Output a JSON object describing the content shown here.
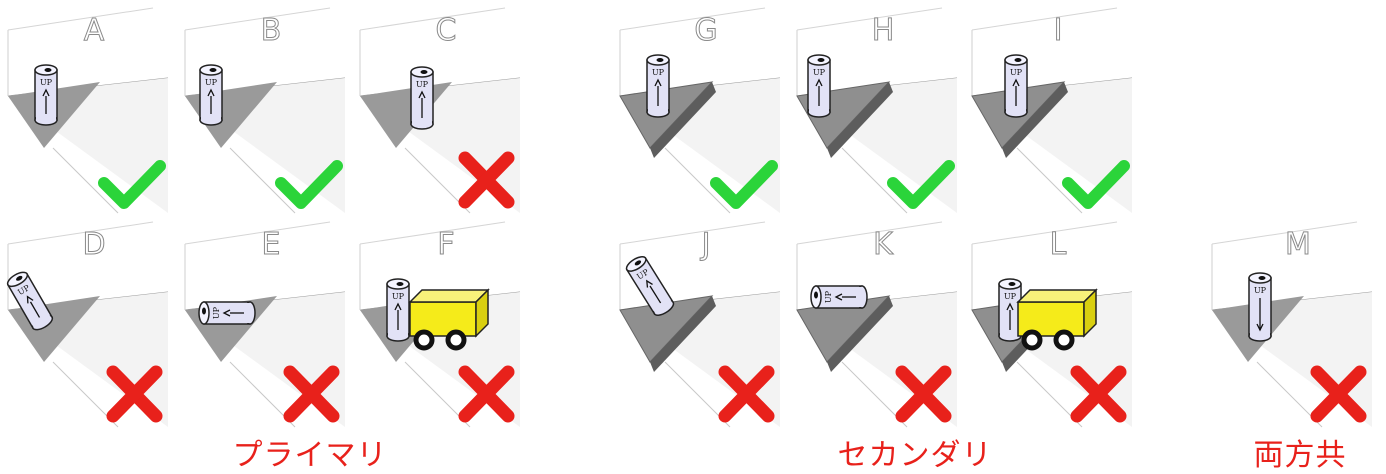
{
  "scenes": [
    {
      "letter": "A",
      "group": "primary",
      "verdict": "ok",
      "placement": "upright-on-floor",
      "label": "UP",
      "arrow": "up"
    },
    {
      "letter": "B",
      "group": "primary",
      "verdict": "ok",
      "placement": "upright-on-floor",
      "label": "UP",
      "arrow": "up"
    },
    {
      "letter": "C",
      "group": "primary",
      "verdict": "ng",
      "placement": "upright-inside",
      "label": "UP",
      "arrow": "up"
    },
    {
      "letter": "D",
      "group": "primary",
      "verdict": "ng",
      "placement": "tilted-on-edge",
      "label": "UP",
      "arrow": "up"
    },
    {
      "letter": "E",
      "group": "primary",
      "verdict": "ng",
      "placement": "lying-sideways",
      "label": "UP",
      "arrow": "left"
    },
    {
      "letter": "F",
      "group": "primary",
      "verdict": "ng",
      "placement": "blocked-by-cart",
      "label": "UP",
      "arrow": "up"
    },
    {
      "letter": "G",
      "group": "secondary",
      "verdict": "ok",
      "placement": "upright-on-ledge",
      "label": "UP",
      "arrow": "up"
    },
    {
      "letter": "H",
      "group": "secondary",
      "verdict": "ok",
      "placement": "upright-on-ledge",
      "label": "UP",
      "arrow": "up"
    },
    {
      "letter": "I",
      "group": "secondary",
      "verdict": "ok",
      "placement": "upright-on-ledge",
      "label": "UP",
      "arrow": "up"
    },
    {
      "letter": "J",
      "group": "secondary",
      "verdict": "ng",
      "placement": "tilted-on-ledge",
      "label": "UP",
      "arrow": "up"
    },
    {
      "letter": "K",
      "group": "secondary",
      "verdict": "ng",
      "placement": "lying-on-ledge",
      "label": "UP",
      "arrow": "left"
    },
    {
      "letter": "L",
      "group": "secondary",
      "verdict": "ng",
      "placement": "blocked-by-cart",
      "label": "UP",
      "arrow": "up"
    },
    {
      "letter": "M",
      "group": "both",
      "verdict": "ng",
      "placement": "upside-down",
      "label": "UP",
      "arrow": "down"
    }
  ],
  "captions": {
    "primary": "プライマリ",
    "secondary": "セカンダリ",
    "both": "両方共"
  },
  "colors": {
    "check": "#2bd43a",
    "cross": "#e8211b",
    "floor": "#9a9a9a",
    "cart": "#f5eb1a",
    "cylinder": "#e2e2f6",
    "caption": "#e8211b"
  },
  "icons": {
    "ok": "check-mark-icon",
    "ng": "cross-mark-icon"
  }
}
